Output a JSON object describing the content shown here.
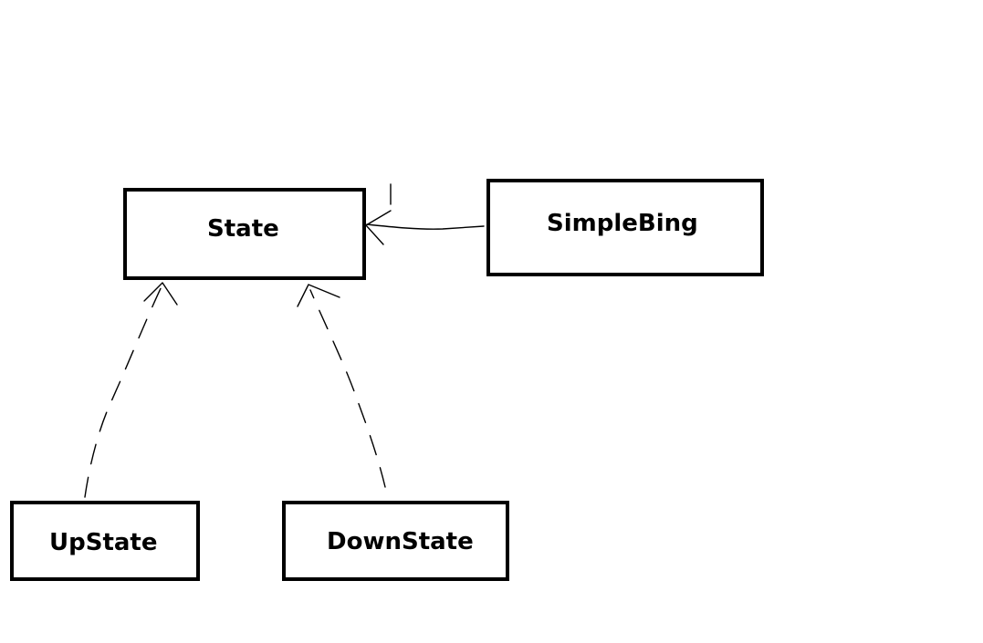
{
  "diagram": {
    "nodes": {
      "state": {
        "label": "State"
      },
      "simple_bing": {
        "label": "SimpleBing"
      },
      "up_state": {
        "label": "UpState"
      },
      "down_state": {
        "label": "DownState"
      }
    },
    "edges": [
      {
        "from": "SimpleBing",
        "to": "State",
        "style": "solid",
        "arrow": "open"
      },
      {
        "from": "UpState",
        "to": "State",
        "style": "dashed",
        "arrow": "open"
      },
      {
        "from": "DownState",
        "to": "State",
        "style": "dashed",
        "arrow": "open"
      }
    ],
    "colors": {
      "stroke": "#000000",
      "background": "#ffffff",
      "text": "#000000"
    }
  }
}
